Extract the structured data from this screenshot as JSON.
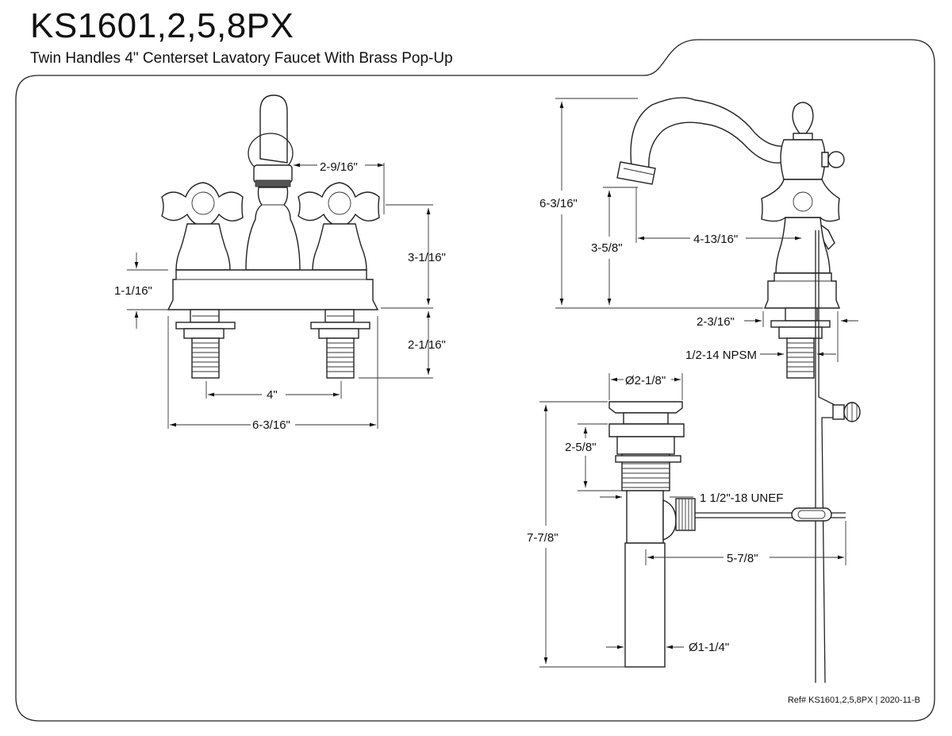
{
  "header": {
    "model": "KS1601,2,5,8PX",
    "description": "Twin Handles 4\" Centerset Lavatory Faucet With Brass Pop-Up"
  },
  "front_view": {
    "dims": {
      "spout_offset": "2-9/16\"",
      "deck_height": "3-1/16\"",
      "base_height": "1-1/16\"",
      "shank_length": "2-1/16\"",
      "center_spacing": "4\"",
      "overall_width": "6-3/16\""
    }
  },
  "side_view": {
    "dims": {
      "overall_height": "6-3/16\"",
      "spout_height": "3-5/8\"",
      "spout_reach": "4-13/16\"",
      "base_depth": "2-3/16\"",
      "thread": "1/2-14 NPSM"
    }
  },
  "popup_view": {
    "dims": {
      "flange_dia": "Ø2-1/8\"",
      "body_height": "2-5/8\"",
      "thread": "1 1/2\"-18 UNEF",
      "overall_height": "7-7/8\"",
      "rod_length": "5-7/8\"",
      "tail_dia": "Ø1-1/4\""
    }
  },
  "footer": {
    "reference": "Ref# KS1601,2,5,8PX | 2020-11-B"
  }
}
